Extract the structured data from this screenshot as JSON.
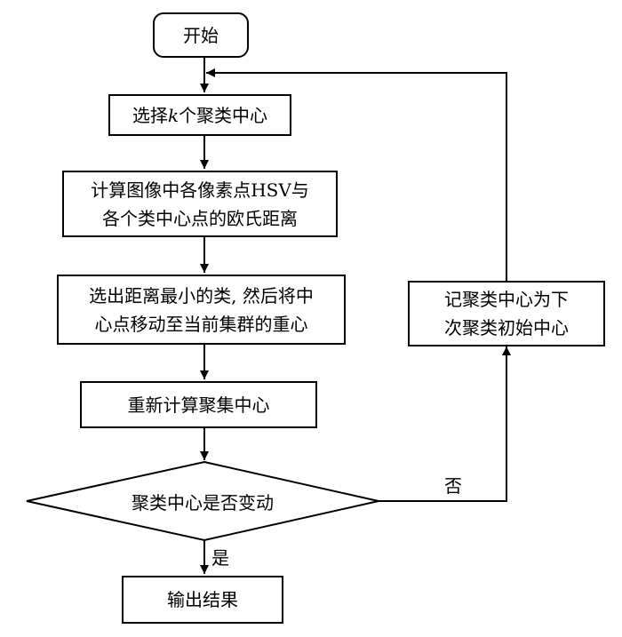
{
  "nodes": {
    "start": "开始",
    "select_pre": "选择",
    "select_k": "k",
    "select_post": "个聚类中心",
    "compute": [
      "计算图像中各像素点HSV与",
      "各个类中心点的欧氏距离"
    ],
    "move": [
      "选出距离最小的类, 然后将中",
      "心点移动至当前集群的重心"
    ],
    "recompute": "重新计算聚集中心",
    "decision": "聚类中心是否变动",
    "record": [
      "记聚类中心为下",
      "次聚类初始中心"
    ],
    "output": "输出结果"
  },
  "edges": {
    "no_label": "否",
    "yes_label": "是"
  }
}
